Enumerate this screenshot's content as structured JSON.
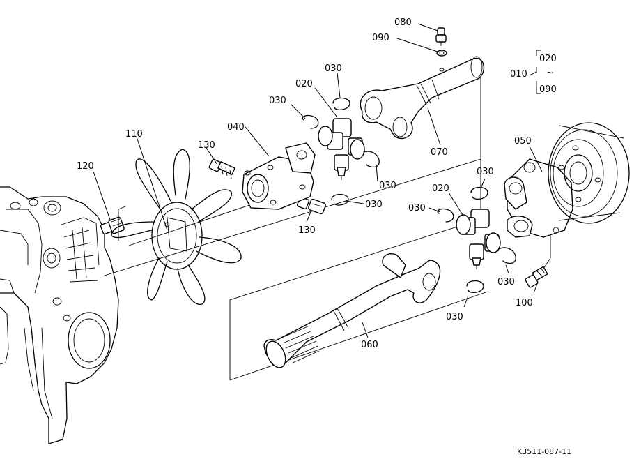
{
  "drawing_code": "K3511-087-11",
  "legend": {
    "main": "010",
    "top": "020",
    "tilde": "~",
    "bottom": "090"
  },
  "callouts": {
    "p080": "080",
    "p090": "090",
    "p030_top": "030",
    "p020_top": "020",
    "p030_upper_left": "030",
    "p040": "040",
    "p110": "110",
    "p130_upper": "130",
    "p120": "120",
    "p070": "070",
    "p030_right_mid": "030",
    "p030_lower_ring": "030",
    "p130_lower": "130",
    "p050": "050",
    "p030_right_top": "030",
    "p020_right": "020",
    "p030_right_left": "030",
    "p030_right_bottom": "030",
    "p100": "100",
    "p030_bottom": "030",
    "p060": "060"
  }
}
